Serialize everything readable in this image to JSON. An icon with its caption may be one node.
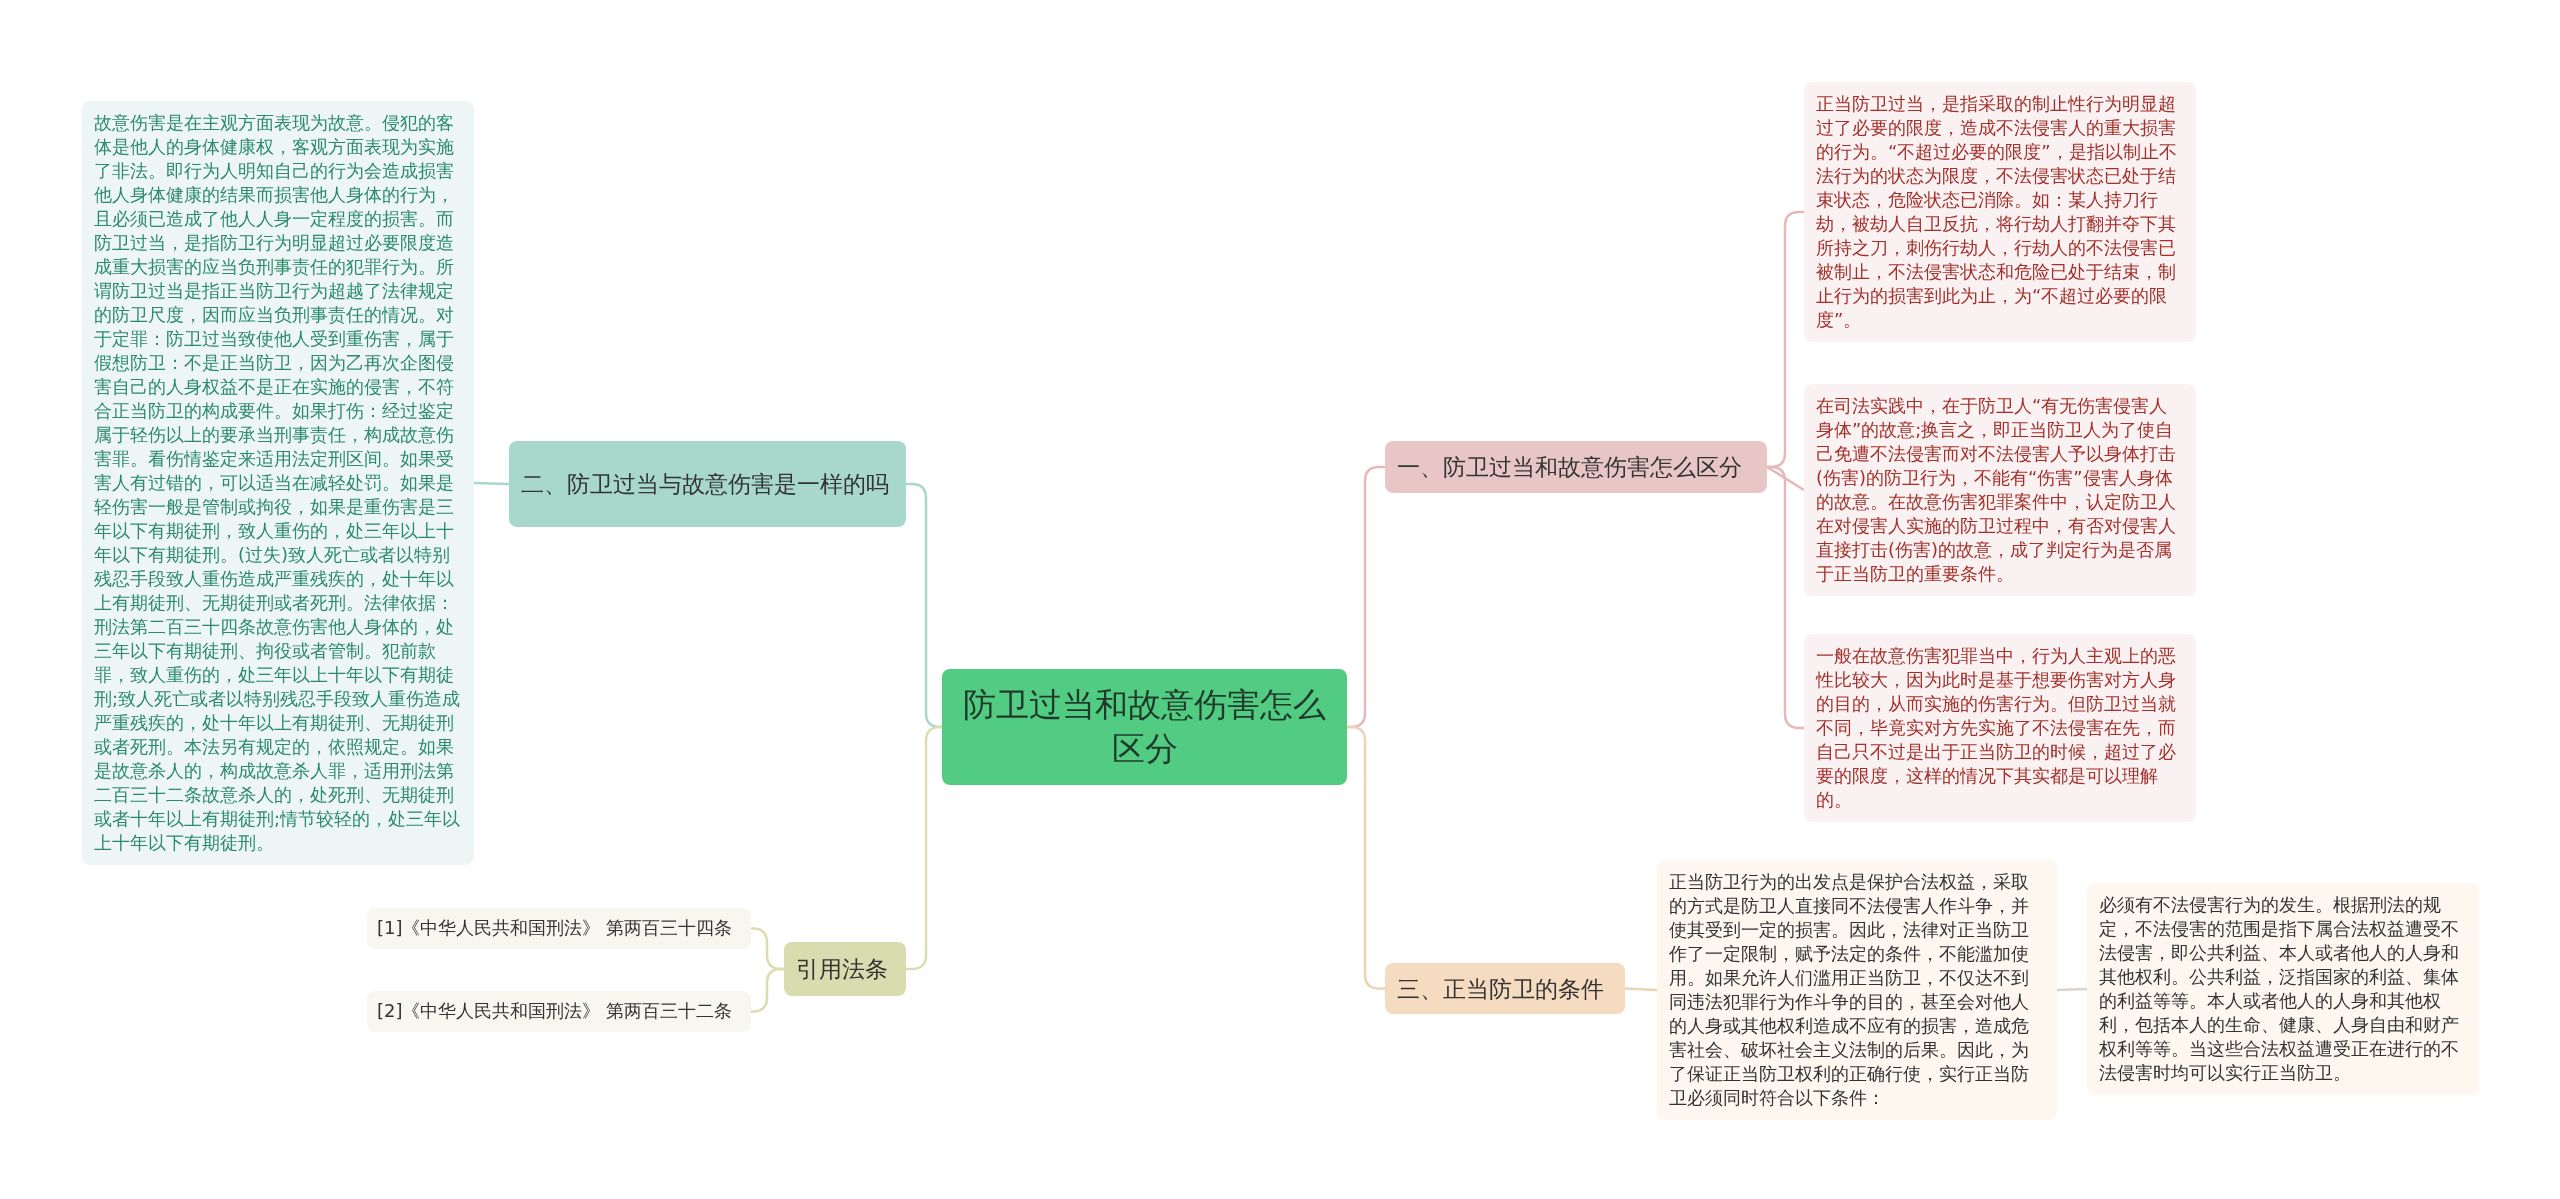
{
  "diagram": {
    "nodes": [
      {
        "text": [
          "防卫过当和故意伤害怎么区分"
        ]
      },
      {
        "text": [
          "一、防卫过当和故意伤害怎么区分"
        ]
      },
      {
        "text": [
          "正当防卫过当，是指采取的制止性行为明显超过了必要的限度，造成不法侵害人的重大损害的行为。“不超过必要的限度”，是指以制止不法行为的状态为限度，不法侵害状态已处于结束状态，危险状态已消除。如：某人持刀行劫，被劫人自卫反抗，将行劫人打翻并夺下其所持之刀，刺伤行劫人，行劫人的不法侵害已被制止，不法侵害状态和危险已处于结束，制止行为的损害到此为止，为“不超过必要的限度”。"
        ]
      },
      {
        "text": [
          "在司法实践中，在于防卫人“有无伤害侵害人身体”的故意;换言之，即正当防卫人为了使自己免遭不法侵害而对不法侵害人予以身体打击(伤害)的防卫行为，不能有“伤害”侵害人身体的故意。在故意伤害犯罪案件中，认定防卫人在对侵害人实施的防卫过程中，有否对侵害人直接打击(伤害)的故意，成了判定行为是否属于正当防卫的重要条件。"
        ]
      },
      {
        "text": [
          "一般在故意伤害犯罪当中，行为人主观上的恶性比较大，因为此时是基于想要伤害对方人身的目的，从而实施的伤害行为。但防卫过当就不同，毕竟实对方先实施了不法侵害在先，而自己只不过是出于正当防卫的时候，超过了必要的限度，这样的情况下其实都是可以理解的。"
        ]
      },
      {
        "text": [
          "三、正当防卫的条件"
        ]
      },
      {
        "text": [
          "正当防卫行为的出发点是保护合法权益，采取的方式是防卫人直接同不法侵害人作斗争，并使其受到一定的损害。因此，法律对正当防卫作了一定限制，赋予法定的条件，不能滥加使用。如果允许人们滥用正当防卫，不仅达不到同违法犯罪行为作斗争的目的，甚至会对他人的人身或其他权利造成不应有的损害，造成危害社会、破坏社会主义法制的后果。因此，为了保证正当防卫权利的正确行使，实行正当防卫必须同时符合以下条件："
        ]
      },
      {
        "text": [
          "必须有不法侵害行为的发生。根据刑法的规定，不法侵害的范围是指下属合法权益遭受不法侵害，即公共利益、本人或者他人的人身和其他权利。公共利益，泛指国家的利益、集体的利益等等。本人或者他人的人身和其他权利，包括本人的生命、健康、人身自由和财产权利等等。当这些合法权益遭受正在进行的不法侵害时均可以实行正当防卫。"
        ]
      },
      {
        "text": [
          "二、防卫过当与故意伤害是一样的吗"
        ]
      },
      {
        "text": [
          "故意伤害是在主观方面表现为故意。侵犯的客体是他人的身体健康权，客观方面表现为实施了非法。即行为人明知自己的行为会造成损害他人身体健康的结果而损害他人身体的行为，且必须已造成了他人人身一定程度的损害。而防卫过当，是指防卫行为明显超过必要限度造成重大损害的应当负刑事责任的犯罪行为。所谓防卫过当是指正当防卫行为超越了法律规定的防卫尺度，因而应当负刑事责任的情况。对于定罪：防卫过当致使他人受到重伤害，属于假想防卫：不是正当防卫，因为乙再次企图侵害自己的人身权益不是正在实施的侵害，不符合正当防卫的构成要件。如果打伤：经过鉴定属于轻伤以上的要承当刑事责任，构成故意伤害罪。看伤情鉴定来适用法定刑区间。如果受害人有过错的，可以适当在减轻处罚。如果是轻伤害一般是管制或拘役，如果是重伤害是三年以下有期徒刑，致人重伤的，处三年以上十年以下有期徒刑。(过失)致人死亡或者以特别残忍手段致人重伤造成严重残疾的，处十年以上有期徒刑、无期徒刑或者死刑。法律依据：刑法第二百三十四条故意伤害他人身体的，处三年以下有期徒刑、拘役或者管制。犯前款罪，致人重伤的，处三年以上十年以下有期徒刑;致人死亡或者以特别残忍手段致人重伤造成严重残疾的，处十年以上有期徒刑、无期徒刑或者死刑。本法另有规定的，依照规定。如果是故意杀人的，构成故意杀人罪，适用刑法第二百三十二条故意杀人的，处死刑、无期徒刑或者十年以上有期徒刑;情节较轻的，处三年以上十年以下有期徒刑。"
        ]
      },
      {
        "text": [
          "引用法条"
        ]
      },
      {
        "text": [
          "[1]《中华人民共和国刑法》 第两百三十四条"
        ]
      },
      {
        "text": [
          "[2]《中华人民共和国刑法》 第两百三十二条"
        ]
      }
    ],
    "edges": [
      {
        "from": 0,
        "to": 1,
        "arrow": "none"
      },
      {
        "from": 1,
        "to": 2,
        "arrow": "none"
      },
      {
        "from": 1,
        "to": 3,
        "arrow": "none"
      },
      {
        "from": 1,
        "to": 4,
        "arrow": "none"
      },
      {
        "from": 0,
        "to": 5,
        "arrow": "none",
        "color": "#ecd3b4"
      },
      {
        "from": 5,
        "to": 6,
        "arrow": "none",
        "color": "#ecd3b4"
      },
      {
        "from": 6,
        "to": 7,
        "arrow": "none",
        "color": "#d9d4cc"
      },
      {
        "from": 0,
        "to": 8,
        "arrow": "none",
        "color": "#a8d8cc"
      },
      {
        "from": 8,
        "to": 9,
        "arrow": "none",
        "color": "#a8d8cc"
      },
      {
        "from": 0,
        "to": 10,
        "arrow": "none",
        "color": "#dcdcb0"
      },
      {
        "from": 10,
        "to": 11,
        "arrow": "none",
        "color": "#dcdcb0"
      },
      {
        "from": 10,
        "to": 12,
        "arrow": "none",
        "color": "#dcdcb0"
      }
    ]
  }
}
